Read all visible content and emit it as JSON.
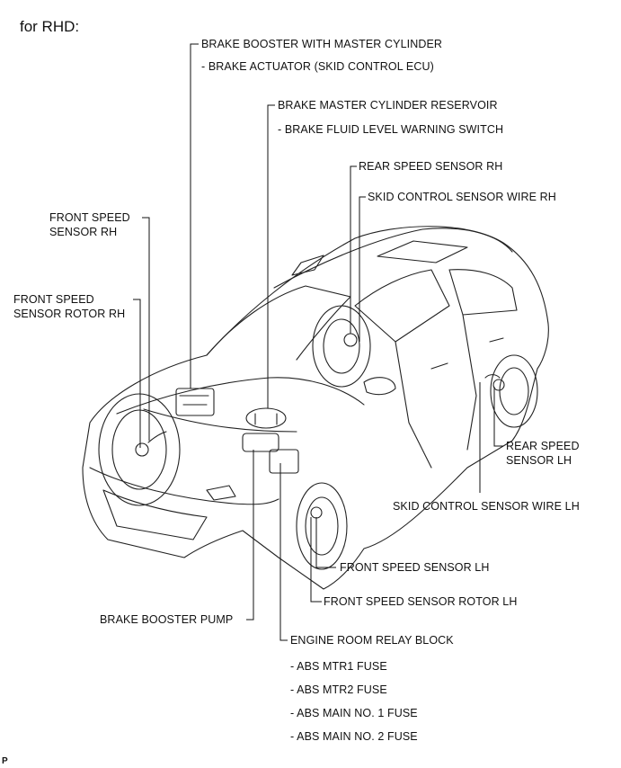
{
  "header": {
    "title": "for RHD:"
  },
  "labels": {
    "brake_booster": "BRAKE BOOSTER WITH MASTER CYLINDER",
    "brake_actuator": "- BRAKE ACTUATOR (SKID CONTROL ECU)",
    "reservoir": "BRAKE MASTER CYLINDER RESERVOIR",
    "fluid_switch": "- BRAKE FLUID LEVEL WARNING SWITCH",
    "rear_sensor_rh": "REAR SPEED SENSOR RH",
    "skid_wire_rh": "SKID CONTROL SENSOR WIRE RH",
    "front_sensor_rh_1": "FRONT SPEED",
    "front_sensor_rh_2": "SENSOR RH",
    "front_rotor_rh_1": "FRONT SPEED",
    "front_rotor_rh_2": "SENSOR ROTOR RH",
    "rear_sensor_lh_1": "REAR SPEED",
    "rear_sensor_lh_2": "SENSOR LH",
    "skid_wire_lh": "SKID CONTROL SENSOR WIRE LH",
    "front_sensor_lh": "FRONT SPEED SENSOR LH",
    "front_rotor_lh": "FRONT SPEED SENSOR ROTOR LH",
    "booster_pump": "BRAKE BOOSTER PUMP",
    "relay_block": "ENGINE ROOM RELAY BLOCK",
    "fuse_1": "- ABS MTR1 FUSE",
    "fuse_2": "- ABS MTR2 FUSE",
    "fuse_3": "- ABS MAIN NO. 1 FUSE",
    "fuse_4": "- ABS MAIN NO. 2 FUSE"
  },
  "footer": {
    "code": "P"
  }
}
